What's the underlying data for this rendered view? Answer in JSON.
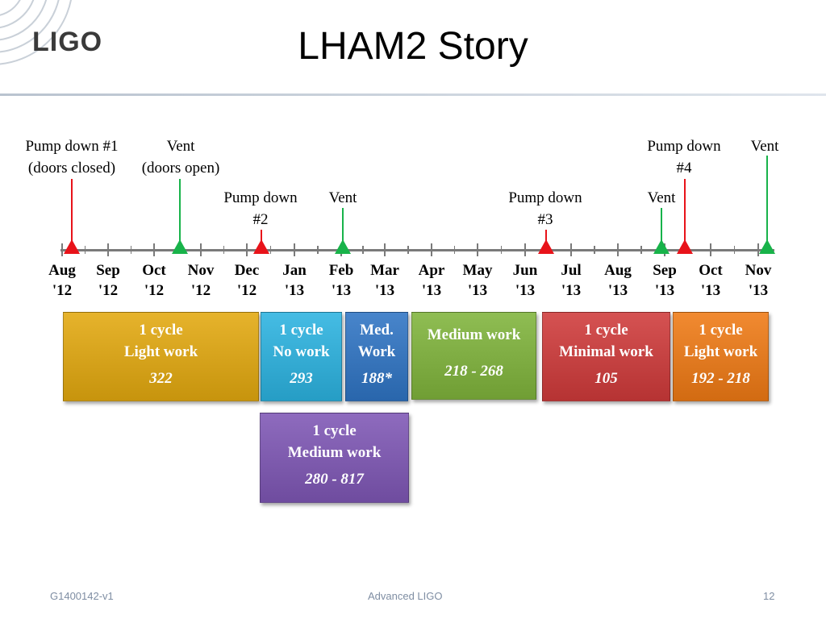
{
  "slide": {
    "title": "LHAM2 Story",
    "logo_text": "LIGO",
    "footer_left": "G1400142-v1",
    "footer_center": "Advanced LIGO",
    "footer_right": "12"
  },
  "colors": {
    "pump_down": "#e8131a",
    "vent": "#18b34a",
    "axis": "#7a7a7a",
    "box_gold": "#e2a90f",
    "box_cyan": "#2bb3e0",
    "box_blue": "#2f74c4",
    "box_green": "#7fb43b",
    "box_red": "#cf3a3a",
    "box_orange": "#ef7a14",
    "box_purple": "#7e57b5"
  },
  "months": [
    {
      "m": "Aug",
      "y": "'12"
    },
    {
      "m": "Sep",
      "y": "'12"
    },
    {
      "m": "Oct",
      "y": "'12"
    },
    {
      "m": "Nov",
      "y": "'12"
    },
    {
      "m": "Dec",
      "y": "'12"
    },
    {
      "m": "Jan",
      "y": "'13"
    },
    {
      "m": "Feb",
      "y": "'13"
    },
    {
      "m": "Mar",
      "y": "'13"
    },
    {
      "m": "Apr",
      "y": "'13"
    },
    {
      "m": "May",
      "y": "'13"
    },
    {
      "m": "Jun",
      "y": "'13"
    },
    {
      "m": "Jul",
      "y": "'13"
    },
    {
      "m": "Aug",
      "y": "'13"
    },
    {
      "m": "Sep",
      "y": "'13"
    },
    {
      "m": "Oct",
      "y": "'13"
    },
    {
      "m": "Nov",
      "y": "'13"
    }
  ],
  "events": [
    {
      "id": "pump-down-1",
      "type": "pump_down",
      "line1": "Pump down #1",
      "line2": "(doors closed)"
    },
    {
      "id": "vent-1",
      "type": "vent",
      "line1": "Vent",
      "line2": "(doors open)"
    },
    {
      "id": "pump-down-2",
      "type": "pump_down",
      "line1": "Pump down",
      "line2": "#2"
    },
    {
      "id": "vent-2",
      "type": "vent",
      "line1": "Vent",
      "line2": ""
    },
    {
      "id": "pump-down-3",
      "type": "pump_down",
      "line1": "Pump down",
      "line2": "#3"
    },
    {
      "id": "vent-3",
      "type": "vent",
      "line1": "Vent",
      "line2": ""
    },
    {
      "id": "pump-down-4",
      "type": "pump_down",
      "line1": "Pump down",
      "line2": "#4"
    },
    {
      "id": "vent-4",
      "type": "vent",
      "line1": "Vent",
      "line2": ""
    }
  ],
  "phases": [
    {
      "id": "phase-1",
      "color": "box_gold",
      "line1": "1 cycle",
      "line2": "Light work",
      "value": "322"
    },
    {
      "id": "phase-2",
      "color": "box_cyan",
      "line1": "1 cycle",
      "line2": "No work",
      "value": "293"
    },
    {
      "id": "phase-3",
      "color": "box_blue",
      "line1": "Med.",
      "line2": "Work",
      "value": "188*"
    },
    {
      "id": "phase-4",
      "color": "box_green",
      "line1": "Medium work",
      "line2": "",
      "value": "218 - 268"
    },
    {
      "id": "phase-5",
      "color": "box_red",
      "line1": "1 cycle",
      "line2": "Minimal work",
      "value": "105"
    },
    {
      "id": "phase-6",
      "color": "box_orange",
      "line1": "1 cycle",
      "line2": "Light work",
      "value": "192 - 218"
    },
    {
      "id": "phase-7",
      "color": "box_purple",
      "line1": "1 cycle",
      "line2": "Medium work",
      "value": "280 - 817"
    }
  ]
}
